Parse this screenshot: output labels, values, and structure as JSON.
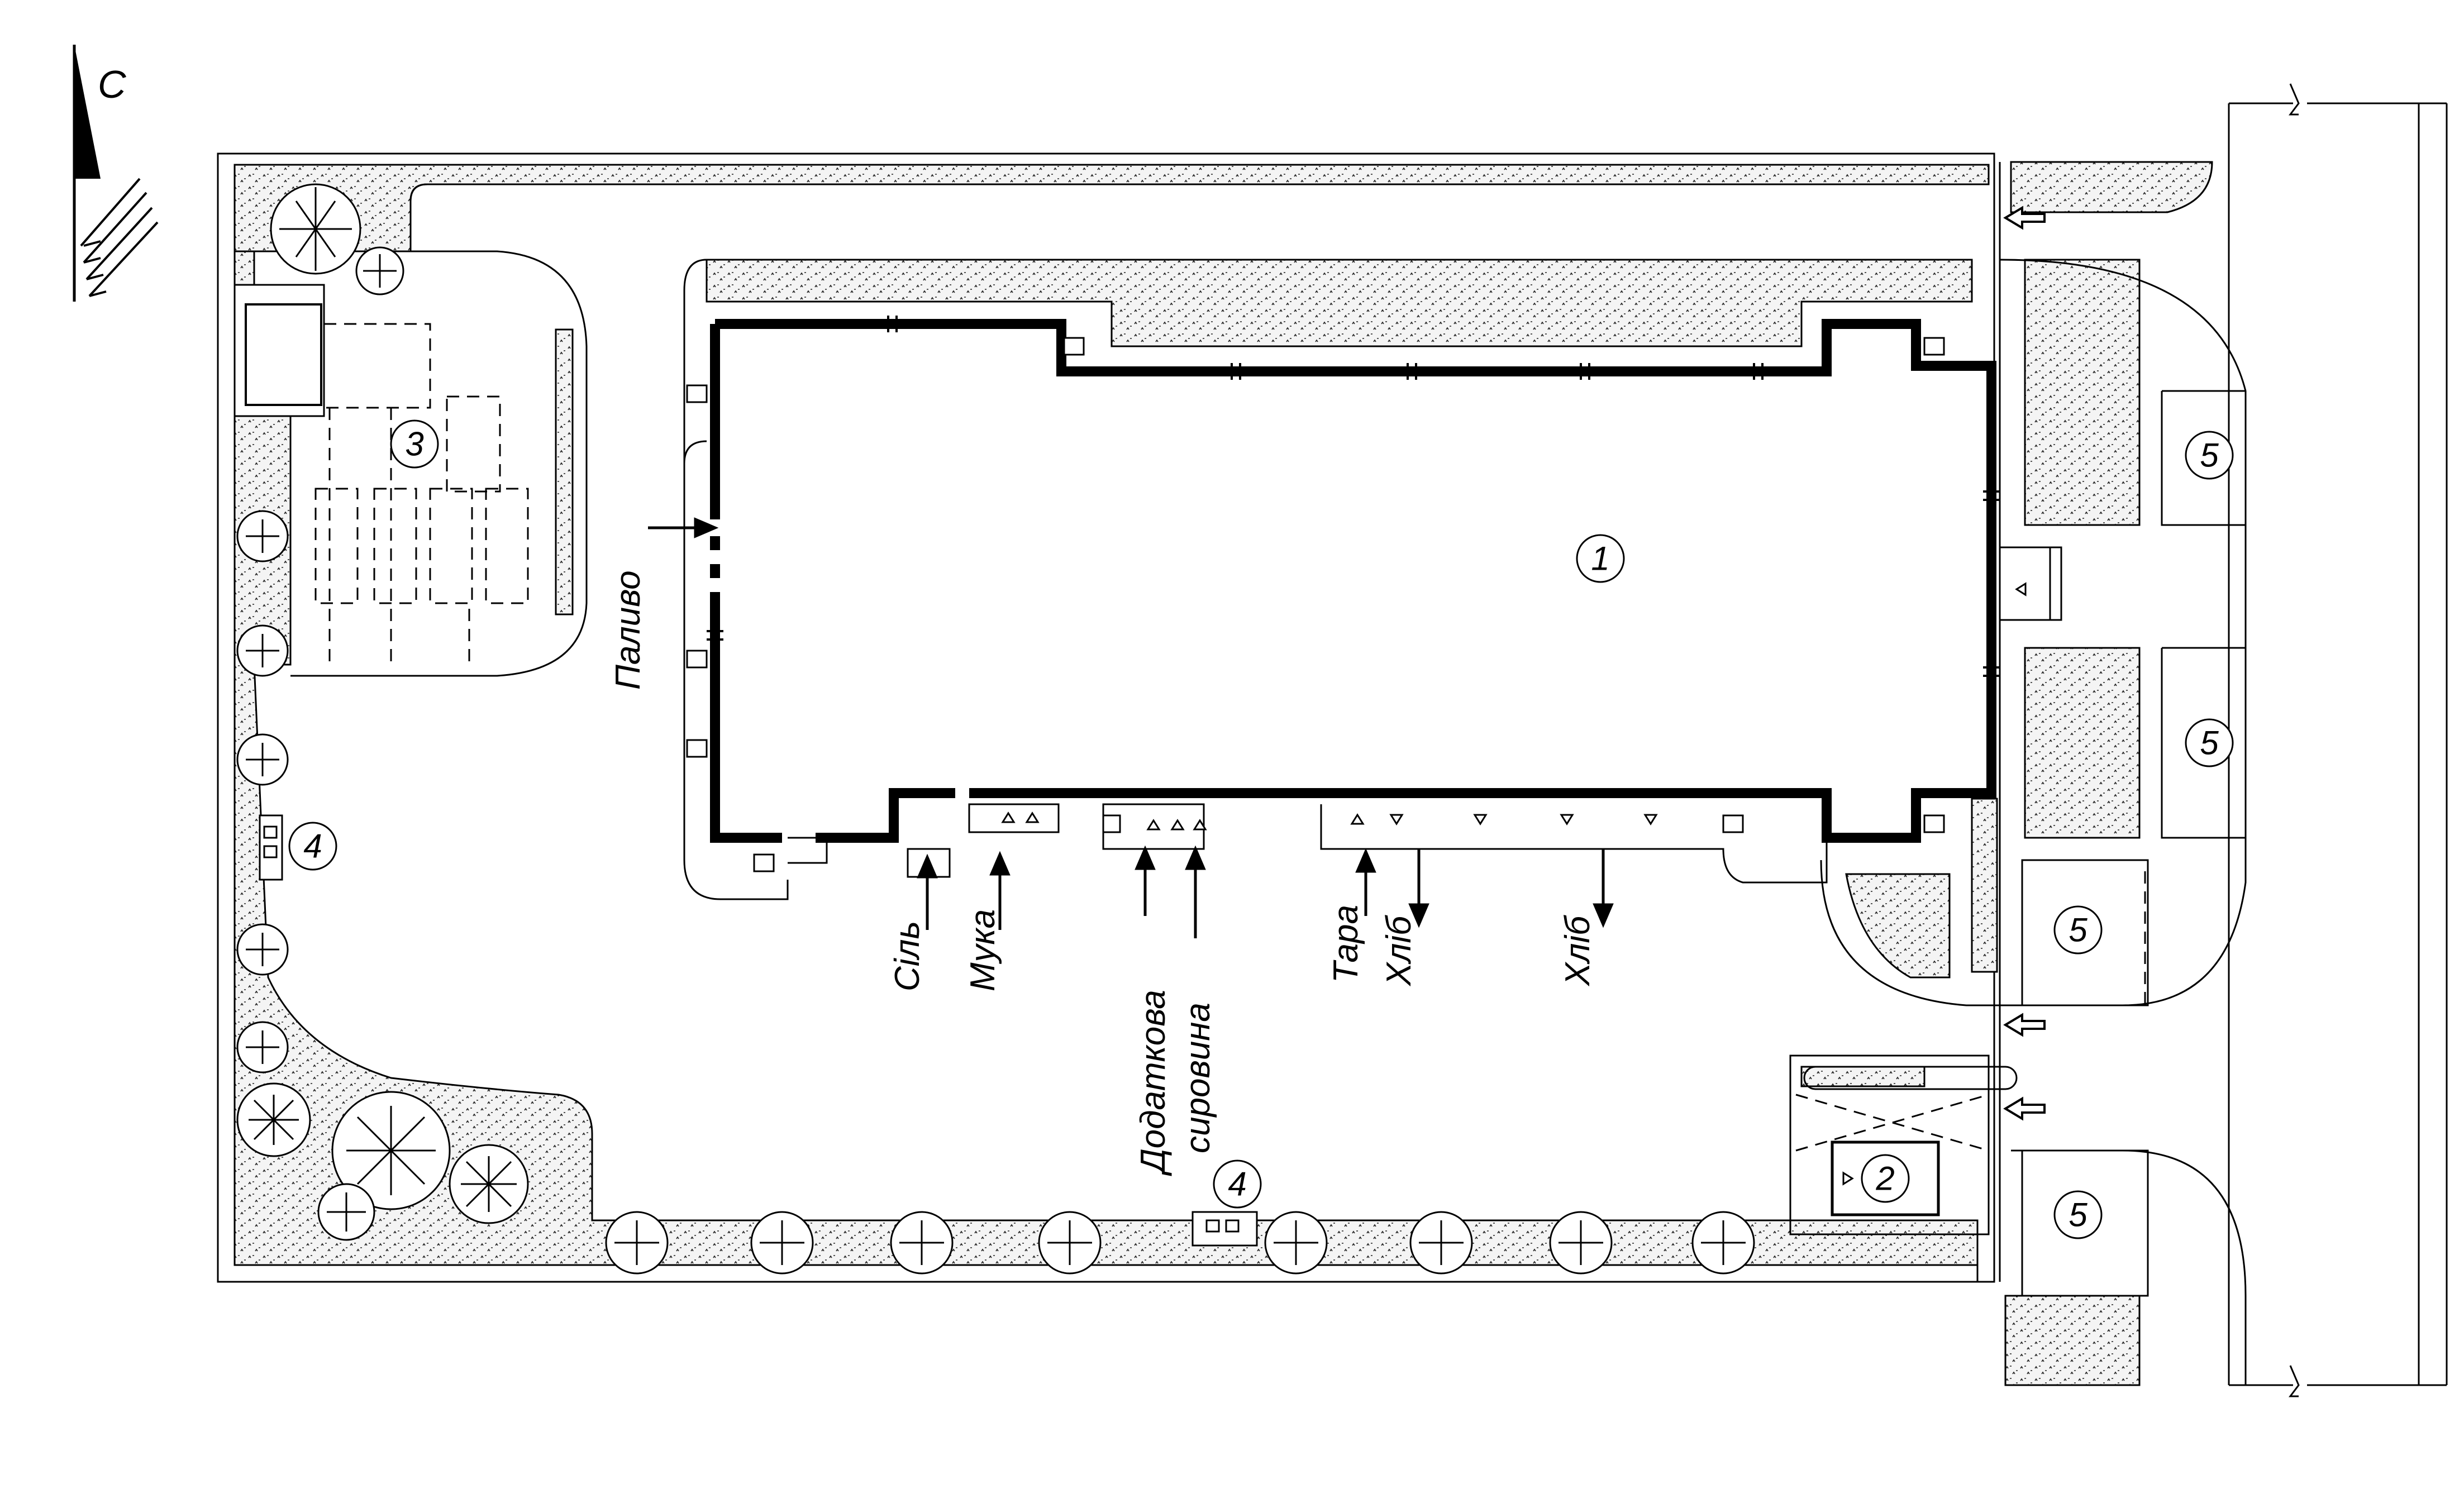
{
  "north_label": "С",
  "zones": {
    "z1": "1",
    "z2": "2",
    "z3": "3",
    "z4a": "4",
    "z4b": "4",
    "z5a": "5",
    "z5b": "5",
    "z5c": "5",
    "z5d": "5"
  },
  "labels": {
    "fuel": "Паливо",
    "salt": "Сіль",
    "flour": "Мука",
    "extra1": "Додаткова",
    "extra2": "сировина",
    "tare": "Тара",
    "bread1": "Хліб",
    "bread2": "Хліб"
  },
  "colors": {
    "line": "#000000",
    "background": "#ffffff"
  },
  "icons": [
    "north-arrow-icon",
    "wind-rose-icon",
    "tree-icon",
    "entry-arrow-icon"
  ]
}
